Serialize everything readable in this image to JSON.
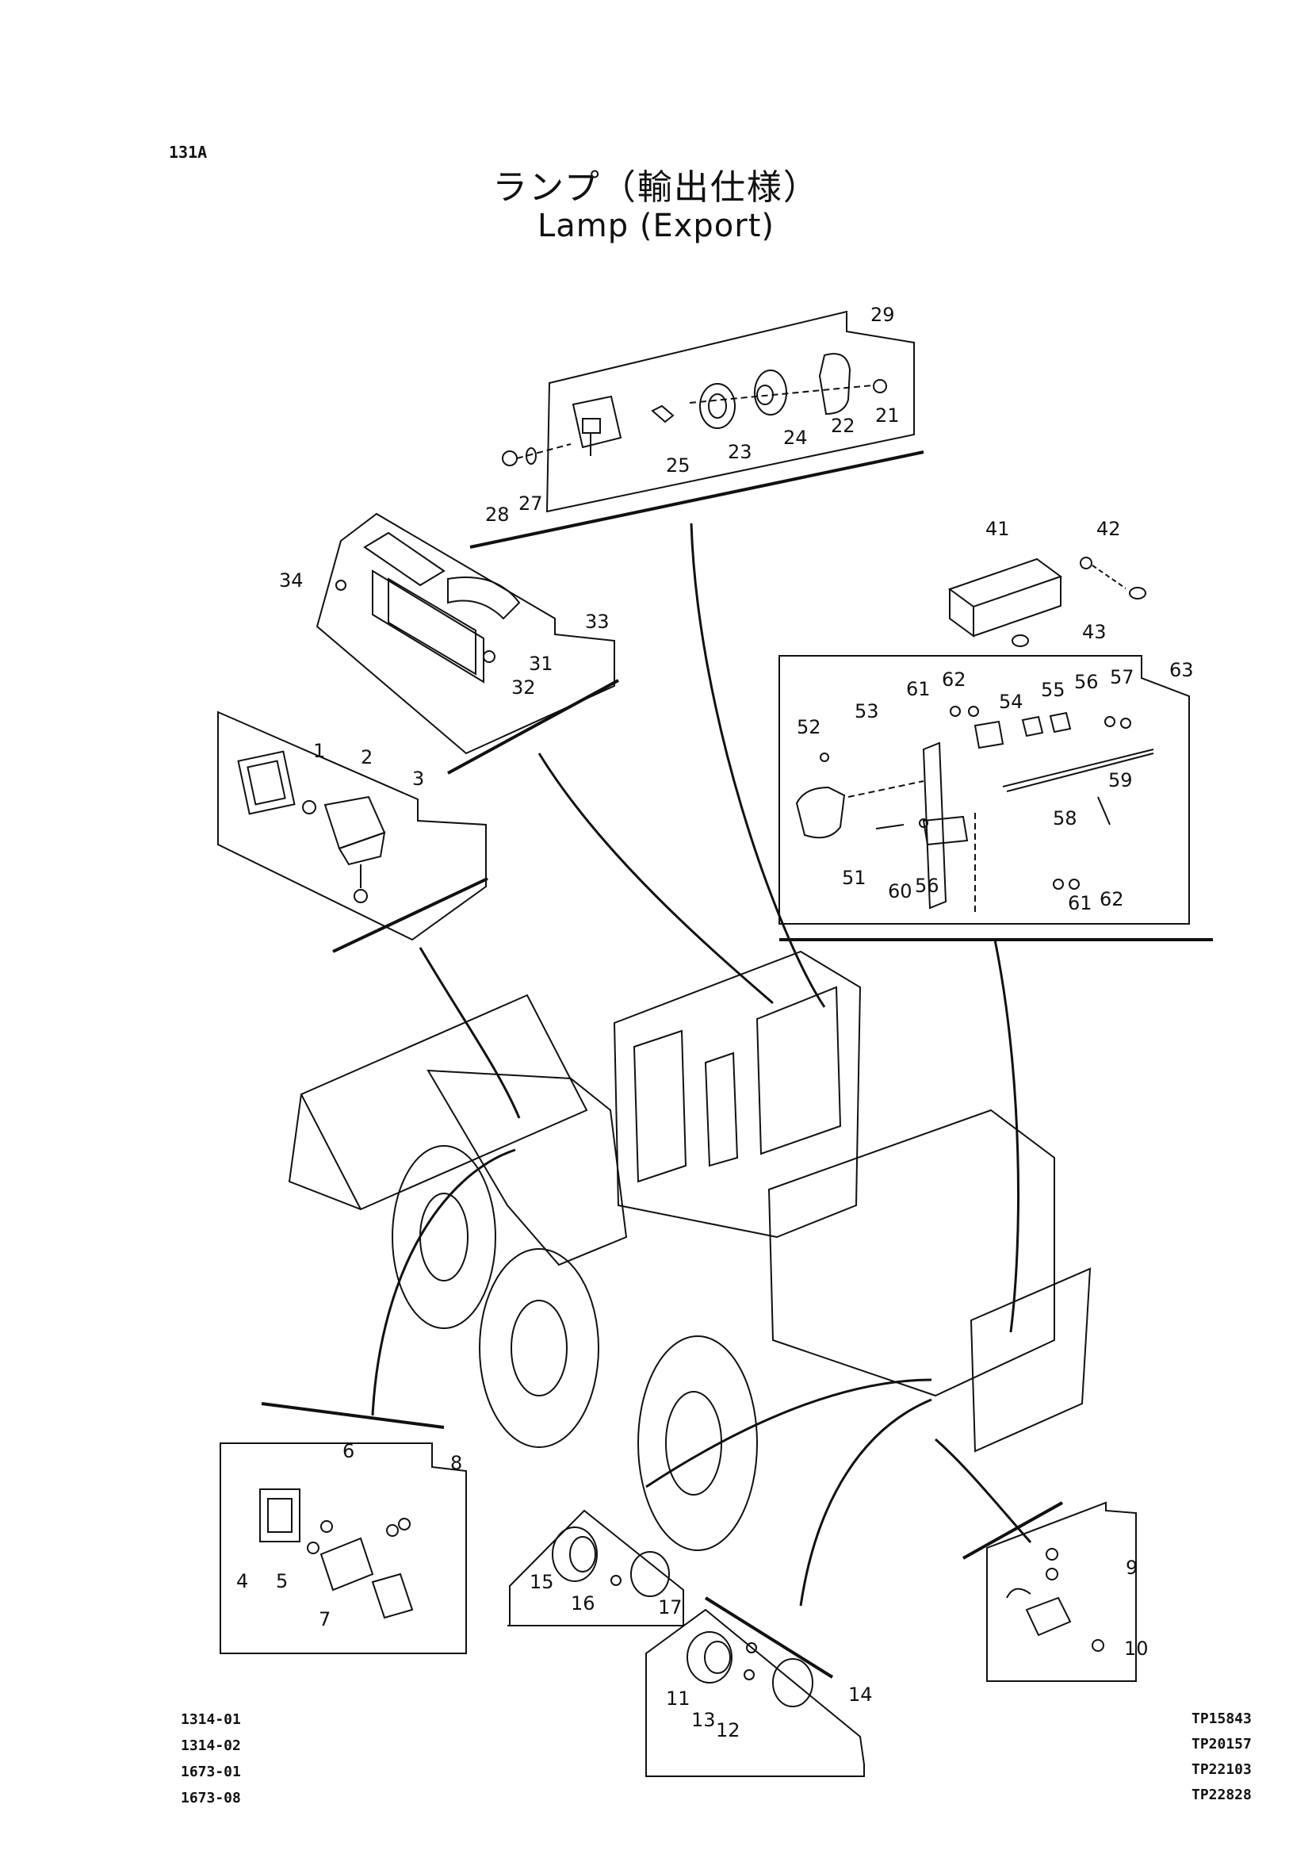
{
  "page_code": "131A",
  "title": {
    "jp": "ランプ（輸出仕様）",
    "en": "Lamp (Export)"
  },
  "part_numbers": [
    "1",
    "2",
    "3",
    "4",
    "5",
    "6",
    "7",
    "8",
    "9",
    "10",
    "11",
    "12",
    "13",
    "14",
    "15",
    "16",
    "17",
    "21",
    "22",
    "23",
    "24",
    "25",
    "27",
    "28",
    "29",
    "31",
    "32",
    "33",
    "34",
    "41",
    "42",
    "43",
    "51",
    "52",
    "53",
    "54",
    "55",
    "56",
    "57",
    "58",
    "59",
    "60",
    "61",
    "62",
    "63"
  ],
  "callouts": {
    "p1": "1",
    "p2": "2",
    "p3": "3",
    "p4": "4",
    "p5": "5",
    "p6": "6",
    "p7": "7",
    "p8": "8",
    "p9": "9",
    "p10": "10",
    "p11": "11",
    "p12": "12",
    "p13": "13",
    "p14": "14",
    "p15": "15",
    "p16": "16",
    "p17": "17",
    "p21": "21",
    "p22": "22",
    "p23": "23",
    "p24": "24",
    "p25": "25",
    "p27": "27",
    "p28": "28",
    "p29": "29",
    "p31": "31",
    "p32": "32",
    "p33": "33",
    "p34": "34",
    "p41": "41",
    "p42": "42",
    "p43": "43",
    "p51": "51",
    "p52": "52",
    "p53": "53",
    "p54": "54",
    "p55": "55",
    "p56a": "56",
    "p56b": "56",
    "p57": "57",
    "p58": "58",
    "p59": "59",
    "p60": "60",
    "p61a": "61",
    "p61b": "61",
    "p62a": "62",
    "p62b": "62",
    "p63": "63"
  },
  "reference_codes_left": [
    "1314-01",
    "1314-02",
    "1673-01",
    "1673-08"
  ],
  "reference_codes_right": [
    "TP15843",
    "TP20157",
    "TP22103",
    "TP22828"
  ]
}
